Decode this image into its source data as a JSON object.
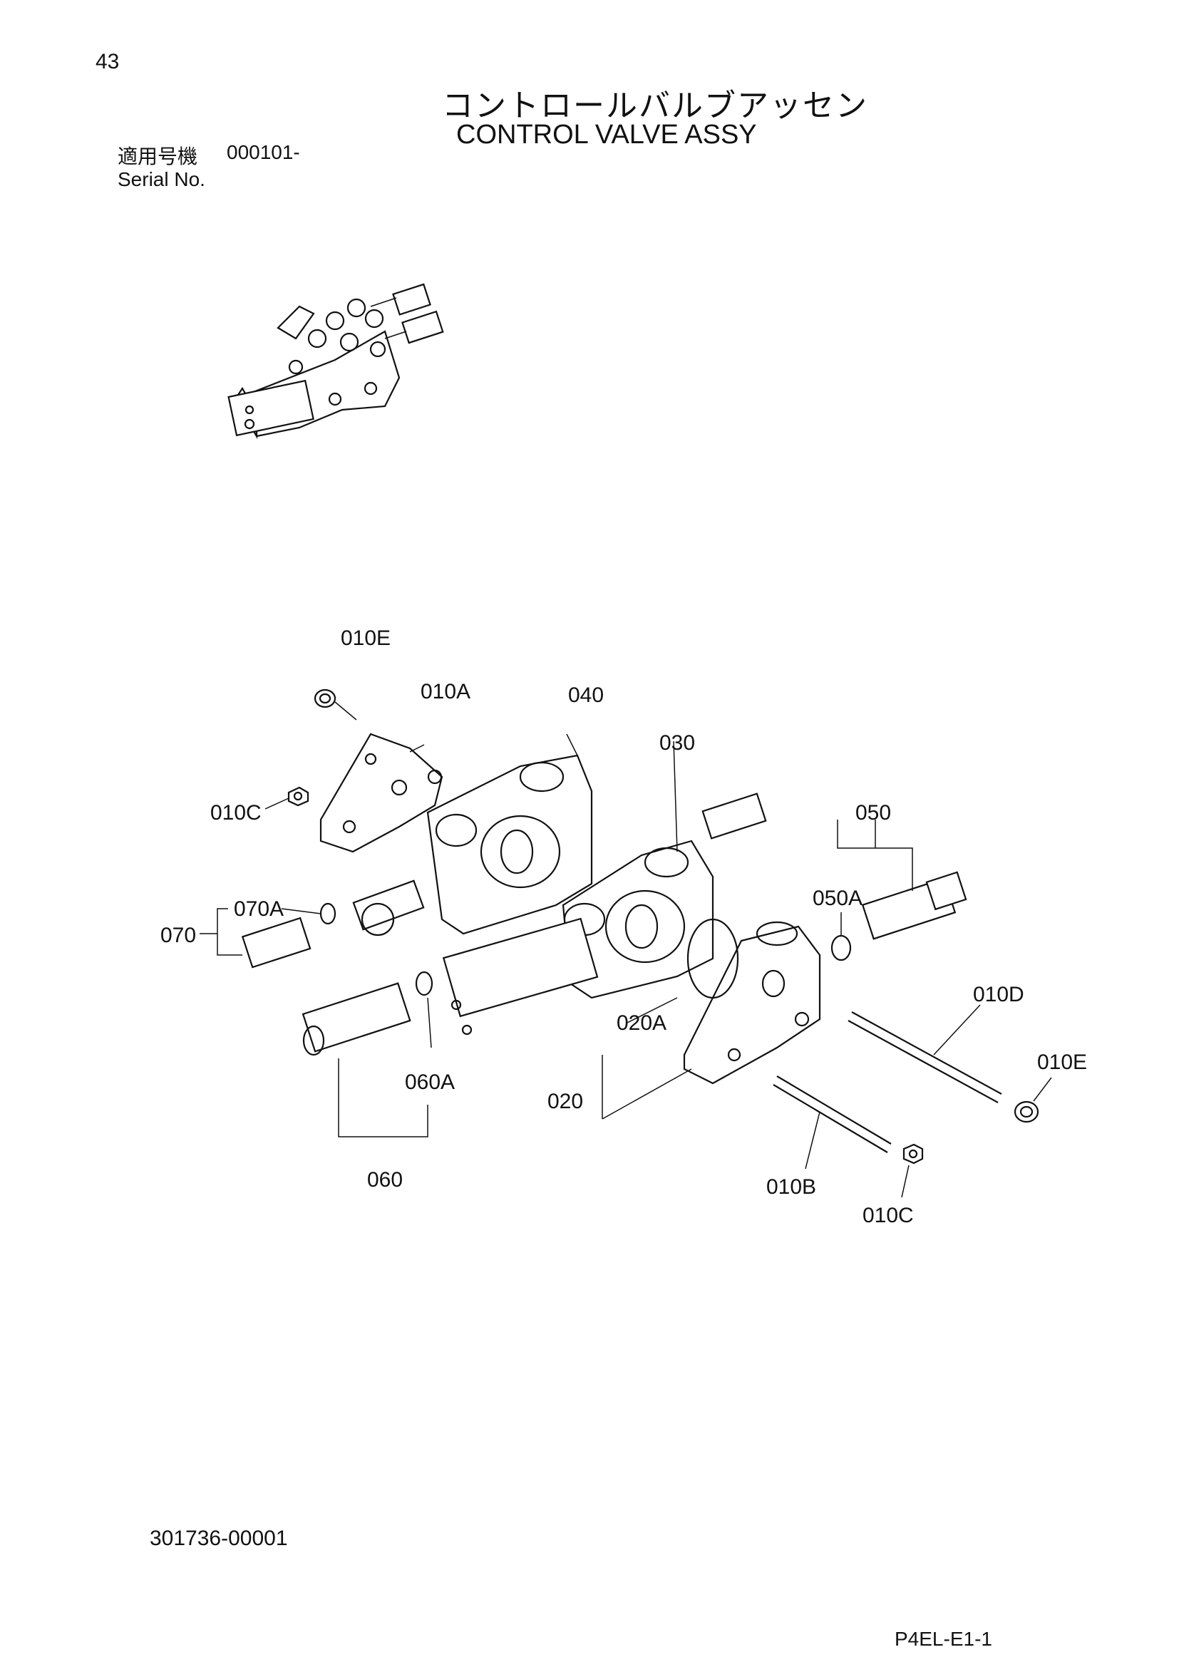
{
  "page_number": "43",
  "title_jp": "コントロールバルブアッセン",
  "title_en": "CONTROL VALVE ASSY",
  "serial_label_jp": "適用号機",
  "serial_value": "000101-",
  "serial_label_en": "Serial No.",
  "callouts": {
    "c010E_top": "010E",
    "c010A": "010A",
    "c040": "040",
    "c030": "030",
    "c010C_left": "010C",
    "c050": "050",
    "c050A": "050A",
    "c070A": "070A",
    "c070": "070",
    "c010D": "010D",
    "c020A": "020A",
    "c010E_right": "010E",
    "c060A": "060A",
    "c020": "020",
    "c060": "060",
    "c010B": "010B",
    "c010C_bottom": "010C"
  },
  "drawing_number": "301736-00001",
  "page_code": "P4EL-E1-1"
}
